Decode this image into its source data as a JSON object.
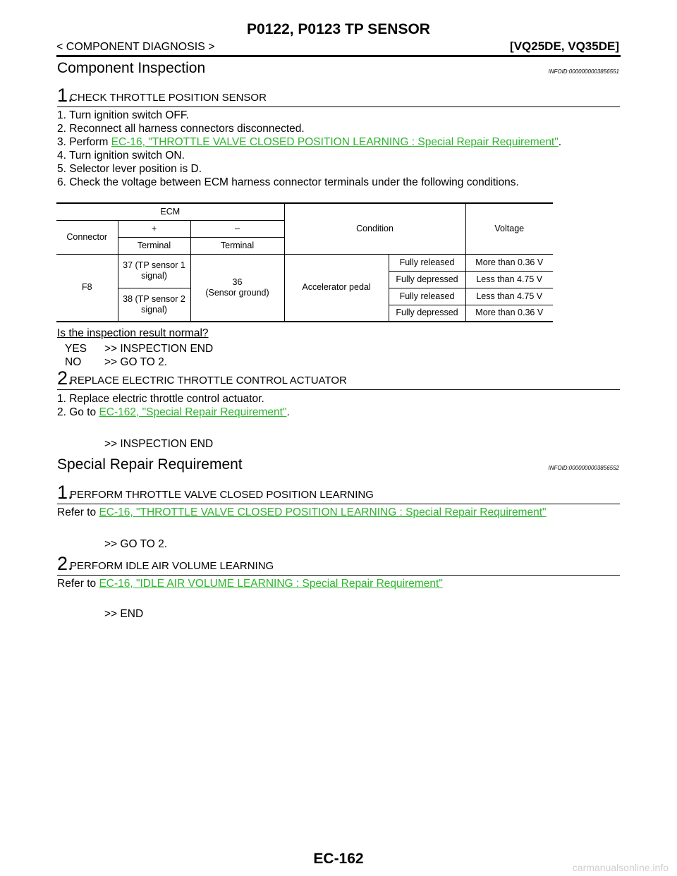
{
  "header": {
    "title": "P0122, P0123 TP SENSOR",
    "left": "< COMPONENT DIAGNOSIS >",
    "right": "[VQ25DE, VQ35DE]"
  },
  "component_inspection": {
    "title": "Component Inspection",
    "infoid": "INFOID:0000000003856551",
    "step1": {
      "num": "1.",
      "title": "CHECK THROTTLE POSITION SENSOR",
      "lines": {
        "l1": "1. Turn ignition switch OFF.",
        "l2": "2. Reconnect all harness connectors disconnected.",
        "l3_prefix": "3. Perform ",
        "l3_link": "EC-16, \"THROTTLE VALVE CLOSED POSITION LEARNING : Special Repair Requirement\"",
        "l3_suffix": ".",
        "l4": "4. Turn ignition switch ON.",
        "l5": "5. Selector lever position is D.",
        "l6": "6. Check the voltage between ECM harness connector terminals under the following conditions."
      },
      "table": {
        "ecm": "ECM",
        "condition": "Condition",
        "voltage": "Voltage",
        "connector": "Connector",
        "plus": "+",
        "minus": "–",
        "terminal_plus": "Terminal",
        "terminal_minus": "Terminal",
        "conn_value": "F8",
        "term1": "37 (TP sensor 1 signal)",
        "term2": "38 (TP sensor 2 signal)",
        "ground": "36\n(Sensor ground)",
        "condition_value": "Accelerator pedal",
        "rows": [
          {
            "state": "Fully released",
            "volt": "More than 0.36 V"
          },
          {
            "state": "Fully depressed",
            "volt": "Less than 4.75 V"
          },
          {
            "state": "Fully released",
            "volt": "Less than 4.75 V"
          },
          {
            "state": "Fully depressed",
            "volt": "More than 0.36 V"
          }
        ]
      },
      "question": "Is the inspection result normal?",
      "yes": "YES",
      "yes_result": ">> INSPECTION END",
      "no": "NO",
      "no_result": ">> GO TO 2."
    },
    "step2": {
      "num": "2.",
      "title": "REPLACE ELECTRIC THROTTLE CONTROL ACTUATOR",
      "l1": "1. Replace electric throttle control actuator.",
      "l2_prefix": "2. Go to ",
      "l2_link": "EC-162, \"Special Repair Requirement\"",
      "l2_suffix": ".",
      "result": ">> INSPECTION END"
    }
  },
  "special_repair": {
    "title": "Special Repair Requirement",
    "infoid": "INFOID:0000000003856552",
    "step1": {
      "num": "1.",
      "title": "PERFORM THROTTLE VALVE CLOSED POSITION LEARNING",
      "prefix": "Refer to ",
      "link": "EC-16, \"THROTTLE VALVE CLOSED POSITION LEARNING : Special Repair Requirement\"",
      "result": ">> GO TO 2."
    },
    "step2": {
      "num": "2.",
      "title": "PERFORM IDLE AIR VOLUME LEARNING",
      "prefix": "Refer to ",
      "link": "EC-16, \"IDLE AIR VOLUME LEARNING : Special Repair Requirement\"",
      "result": ">> END"
    }
  },
  "footer": {
    "page": "EC-162",
    "watermark": "carmanualsonline.info"
  }
}
